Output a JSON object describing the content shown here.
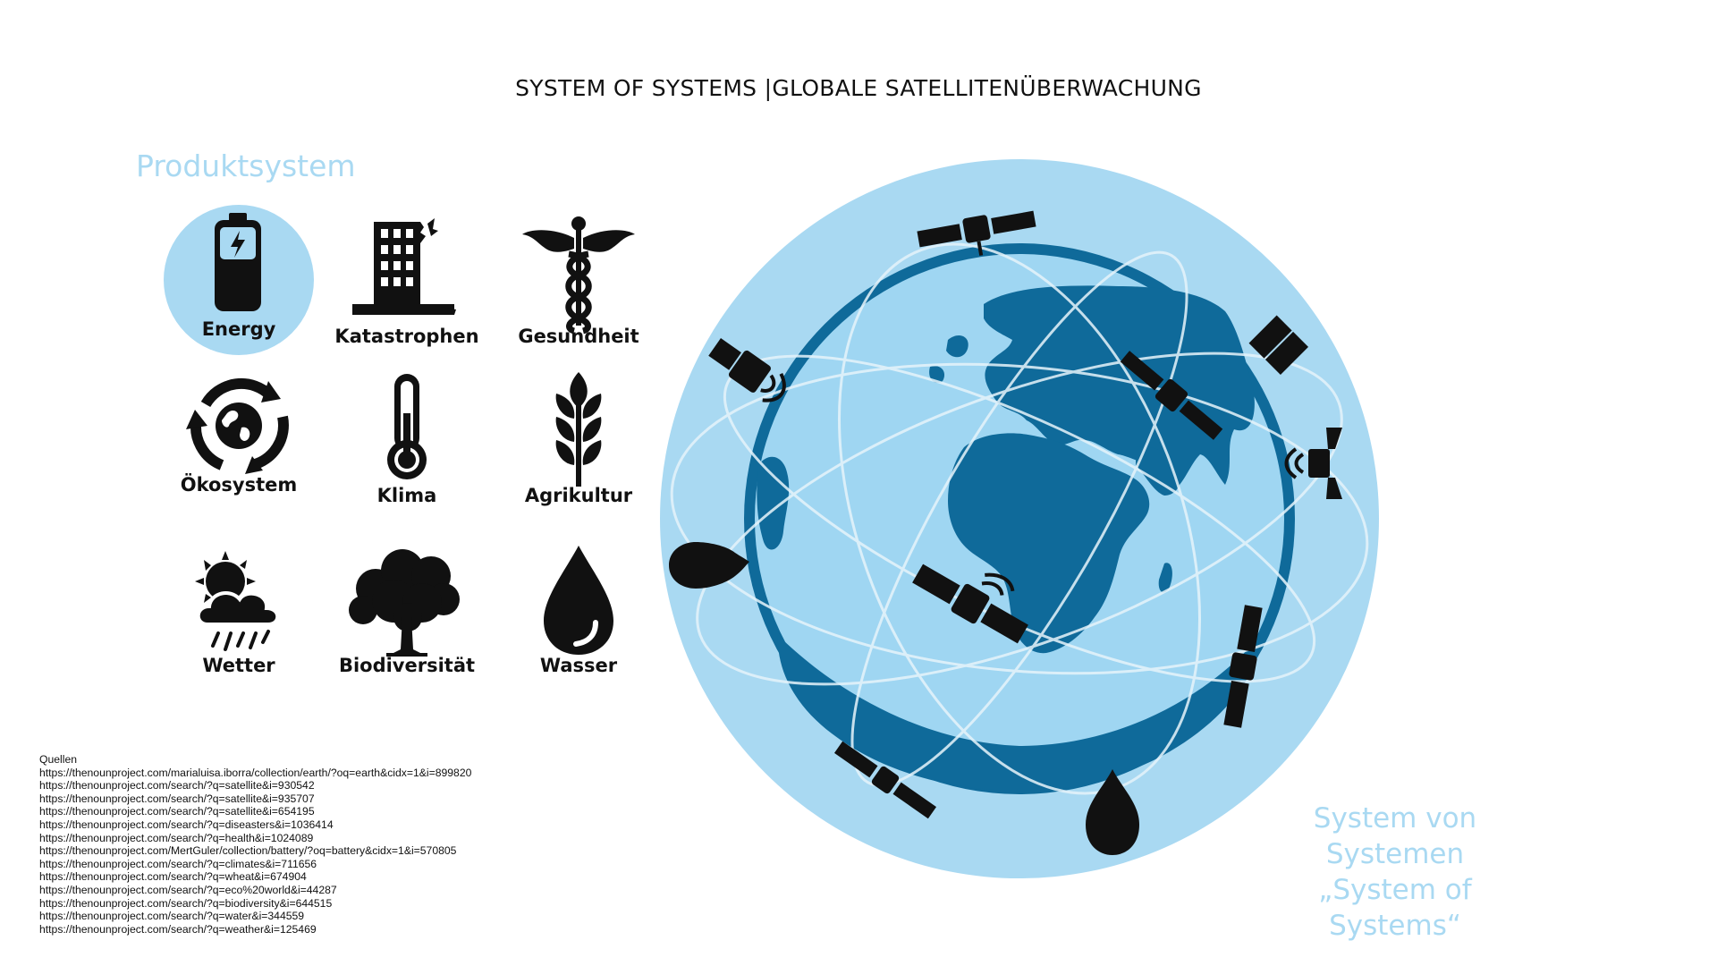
{
  "header": {
    "title": "SYSTEM OF SYSTEMS |GLOBALE SATELLITENÜBERWACHUNG"
  },
  "product_system": {
    "title": "Produktsystem",
    "highlight_color": "#a9d9f2",
    "items": [
      {
        "label": "Energy",
        "icon": "battery-icon",
        "highlighted": true
      },
      {
        "label": "Katastrophen",
        "icon": "collapsing-building-icon"
      },
      {
        "label": "Gesundheit",
        "icon": "caduceus-icon"
      },
      {
        "label": "Ökosystem",
        "icon": "earth-recycle-icon"
      },
      {
        "label": "Klima",
        "icon": "thermometer-icon"
      },
      {
        "label": "Agrikultur",
        "icon": "wheat-icon"
      },
      {
        "label": "Wetter",
        "icon": "sun-cloud-rain-icon"
      },
      {
        "label": "Biodiversität",
        "icon": "tree-icon"
      },
      {
        "label": "Wasser",
        "icon": "water-drop-icon"
      }
    ]
  },
  "globe": {
    "outer_color": "#a9d9f2",
    "ocean_color": "#9fd6f2",
    "land_color": "#0f6a9a",
    "icons": [
      "satellite-icon",
      "earth-map-icon",
      "orbit-lines-icon",
      "data-drop-icon"
    ]
  },
  "sources": {
    "title": "Quellen",
    "lines": [
      "https://thenounproject.com/marialuisa.iborra/collection/earth/?oq=earth&cidx=1&i=899820",
      "https://thenounproject.com/search/?q=satellite&i=930542",
      "https://thenounproject.com/search/?q=satellite&i=935707",
      "https://thenounproject.com/search/?q=satellite&i=654195",
      "https://thenounproject.com/search/?q=diseasters&i=1036414",
      "https://thenounproject.com/search/?q=health&i=1024089",
      "https://thenounproject.com/MertGuler/collection/battery/?oq=battery&cidx=1&i=570805",
      "https://thenounproject.com/search/?q=climates&i=711656",
      "https://thenounproject.com/search/?q=wheat&i=674904",
      "https://thenounproject.com/search/?q=eco%20world&i=44287",
      "https://thenounproject.com/search/?q=biodiversity&i=644515",
      "https://thenounproject.com/search/?q=water&i=344559",
      "https://thenounproject.com/search/?q=weather&i=125469"
    ]
  },
  "system_of_systems": {
    "line1": "System von Systemen",
    "line2": "„System of Systems“"
  }
}
